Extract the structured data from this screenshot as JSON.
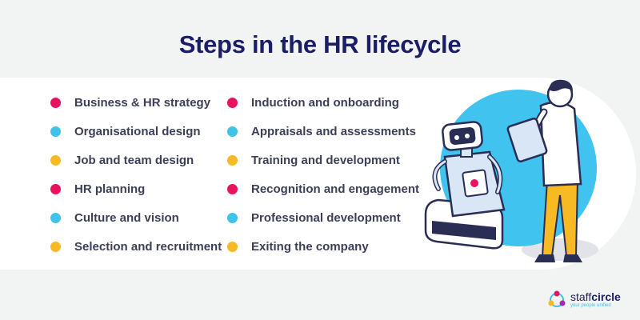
{
  "title": "Steps in the HR lifecycle",
  "colors": {
    "pink": "#e8125e",
    "cyan": "#3fc3e8",
    "yellow": "#f7b924",
    "navy": "#1b1e66"
  },
  "steps_left": [
    {
      "label": "Business & HR strategy",
      "color": "pink"
    },
    {
      "label": "Organisational design",
      "color": "cyan"
    },
    {
      "label": "Job and team design",
      "color": "yellow"
    },
    {
      "label": "HR planning",
      "color": "pink"
    },
    {
      "label": "Culture and vision",
      "color": "cyan"
    },
    {
      "label": "Selection and recruitment",
      "color": "yellow"
    }
  ],
  "steps_right": [
    {
      "label": "Induction and onboarding",
      "color": "pink"
    },
    {
      "label": "Appraisals and assessments",
      "color": "cyan"
    },
    {
      "label": "Training and development",
      "color": "yellow"
    },
    {
      "label": "Recognition and engagement",
      "color": "pink"
    },
    {
      "label": "Professional development",
      "color": "cyan"
    },
    {
      "label": "Exiting the company",
      "color": "yellow"
    }
  ],
  "logo": {
    "name_light": "staff",
    "name_bold": "circle",
    "tagline": "your people unified"
  },
  "illustration_icon": "person-with-tablet-and-robot-illustration"
}
